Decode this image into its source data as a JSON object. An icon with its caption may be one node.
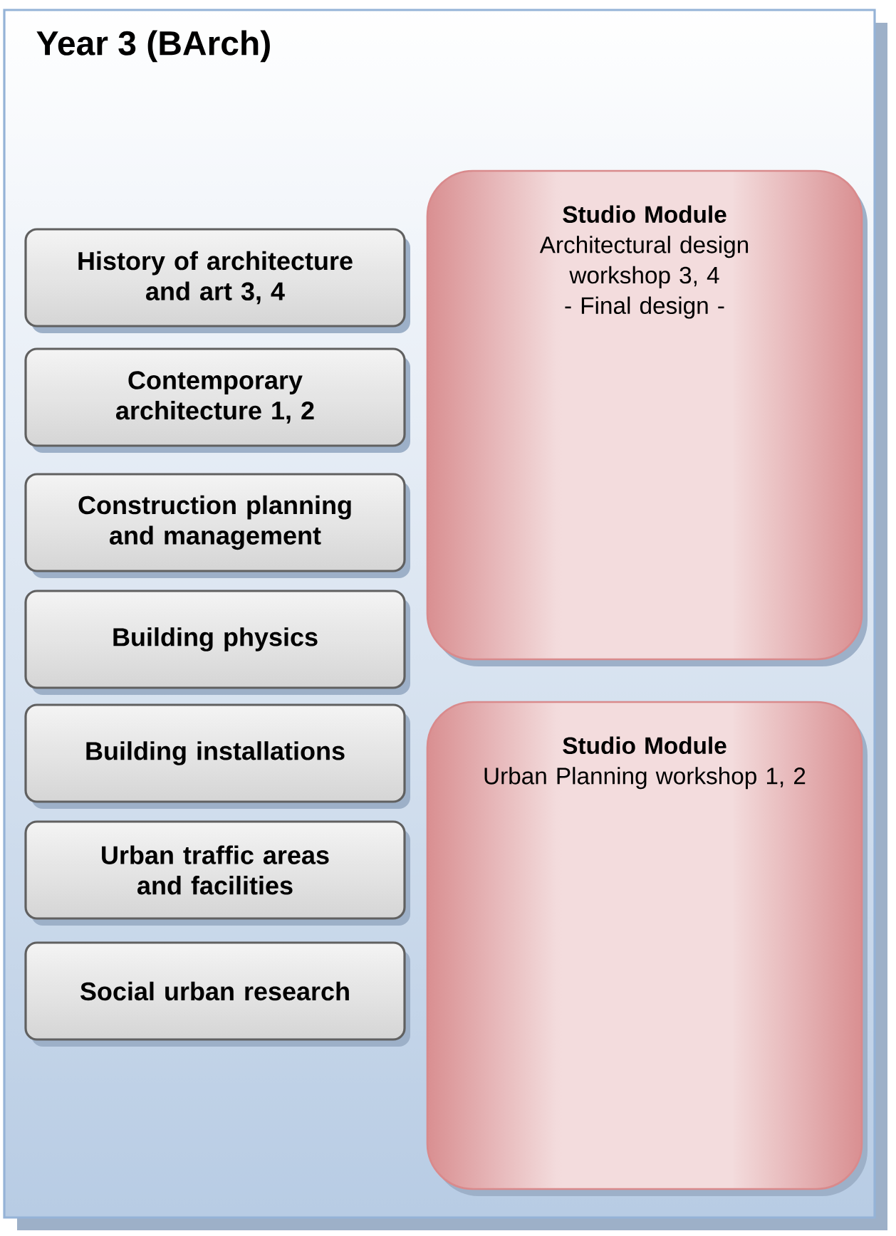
{
  "diagram": {
    "nodes": [
      {
        "text": [
          "Year 3 (BArch)"
        ]
      },
      {
        "text": [
          "History of architecture and art 3, 4"
        ],
        "in": 0
      },
      {
        "text": [
          "Contemporary architecture 1, 2"
        ],
        "in": 0
      },
      {
        "text": [
          "Construction planning and management"
        ],
        "in": 0
      },
      {
        "text": [
          "Building physics"
        ],
        "in": 0
      },
      {
        "text": [
          "Building installations"
        ],
        "in": 0
      },
      {
        "text": [
          "Urban traffic areas and facilities"
        ],
        "in": 0
      },
      {
        "text": [
          "Social urban research"
        ],
        "in": 0
      },
      {
        "text": [
          "Studio Module",
          "Architectural design workshop 3, 4",
          "- Final design -"
        ],
        "in": 0
      },
      {
        "text": [
          "Studio Module",
          "Urban Planning workshop 1, 2"
        ],
        "in": 0
      }
    ]
  }
}
